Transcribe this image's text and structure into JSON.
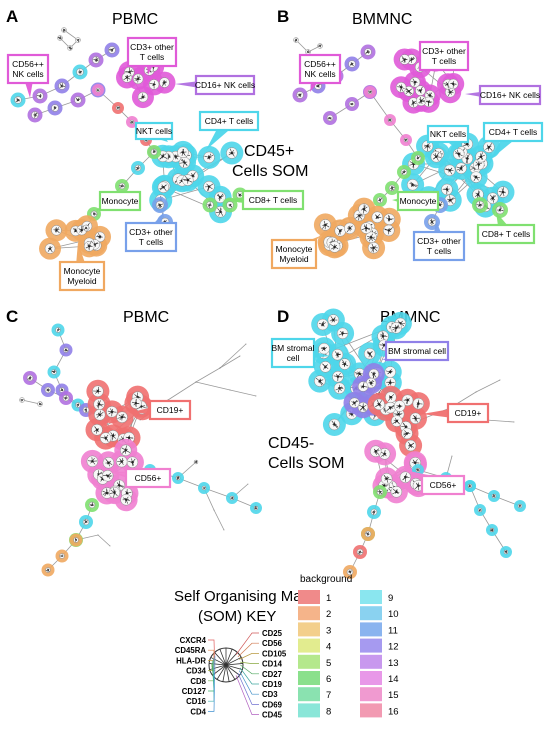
{
  "panels": [
    {
      "letter": "A",
      "title": "PBMC"
    },
    {
      "letter": "B",
      "title": "BMMNC"
    },
    {
      "letter": "C",
      "title": "PBMC"
    },
    {
      "letter": "D",
      "title": "BMMNC"
    }
  ],
  "som_labels": {
    "cd45pos": [
      "CD45+",
      "Cells SOM"
    ],
    "cd45neg": [
      "CD45-",
      "Cells SOM"
    ]
  },
  "callouts": {
    "a_nk56": [
      "CD56++",
      "NK cells"
    ],
    "a_cd3other_top": [
      "CD3+ other",
      "T cells"
    ],
    "a_cd16nk": [
      "CD16+ NK cells"
    ],
    "a_nkt": [
      "NKT cells"
    ],
    "a_cd4": [
      "CD4+ T cells"
    ],
    "a_monocyte": [
      "Monocyte"
    ],
    "a_cd8": [
      "CD8+ T cells"
    ],
    "a_cd3other_bot": [
      "CD3+ other",
      "T cells"
    ],
    "a_myeloid": [
      "Monocyte",
      "Myeloid"
    ],
    "b_nk56": [
      "CD56++",
      "NK cells"
    ],
    "b_cd3other_top": [
      "CD3+ other",
      "T cells"
    ],
    "b_cd16nk": [
      "CD16+ NK cells"
    ],
    "b_nkt": [
      "NKT cells"
    ],
    "b_cd4": [
      "CD4+ T cells"
    ],
    "b_monocyte": [
      "Monocyte"
    ],
    "b_myeloid": [
      "Monocyte",
      "Myeloid"
    ],
    "b_cd3other_bot": [
      "CD3+ other",
      "T cells"
    ],
    "b_cd8": [
      "CD8+ T cells"
    ],
    "c_cd19": [
      "CD19+"
    ],
    "c_cd56": [
      "CD56+"
    ],
    "d_bmstromal_left": [
      "BM stromal",
      "cell"
    ],
    "d_bmstromal_right": [
      "BM stromal cell"
    ],
    "d_cd19": [
      "CD19+"
    ],
    "d_cd56": [
      "CD56+"
    ]
  },
  "key": {
    "title_lines": [
      "Self Organising Map",
      "(SOM) KEY"
    ],
    "background_label": "background",
    "background_numbers": [
      "1",
      "2",
      "3",
      "4",
      "5",
      "6",
      "7",
      "8",
      "9",
      "10",
      "11",
      "12",
      "13",
      "14",
      "15",
      "16"
    ],
    "background_colors": [
      "#f08a8a",
      "#f5b48a",
      "#f3cf8c",
      "#e2ec8f",
      "#b4e88c",
      "#8ae08c",
      "#8ae2b0",
      "#8ae6d8",
      "#8ae6ef",
      "#8ad2f0",
      "#8ab4ef",
      "#a69af0",
      "#c898ee",
      "#e898e8",
      "#f09ad0",
      "#f29ab2"
    ],
    "markers_left": [
      "CXCR4",
      "CD45RA",
      "HLA-DR",
      "CD34",
      "CD8",
      "CD127",
      "CD16",
      "CD4"
    ],
    "markers_right": [
      "CD25",
      "CD56",
      "CD105",
      "CD14",
      "CD27",
      "CD19",
      "CD3",
      "CD69",
      "CD45"
    ]
  },
  "colors": {
    "magenta": "#e05ad8",
    "violet": "#b070e0",
    "cyan": "#4ed6ea",
    "green": "#80e070",
    "blue": "#78a0ea",
    "orange": "#f0a860",
    "red": "#f07070",
    "pink": "#f080d0",
    "purple": "#9080e8"
  }
}
